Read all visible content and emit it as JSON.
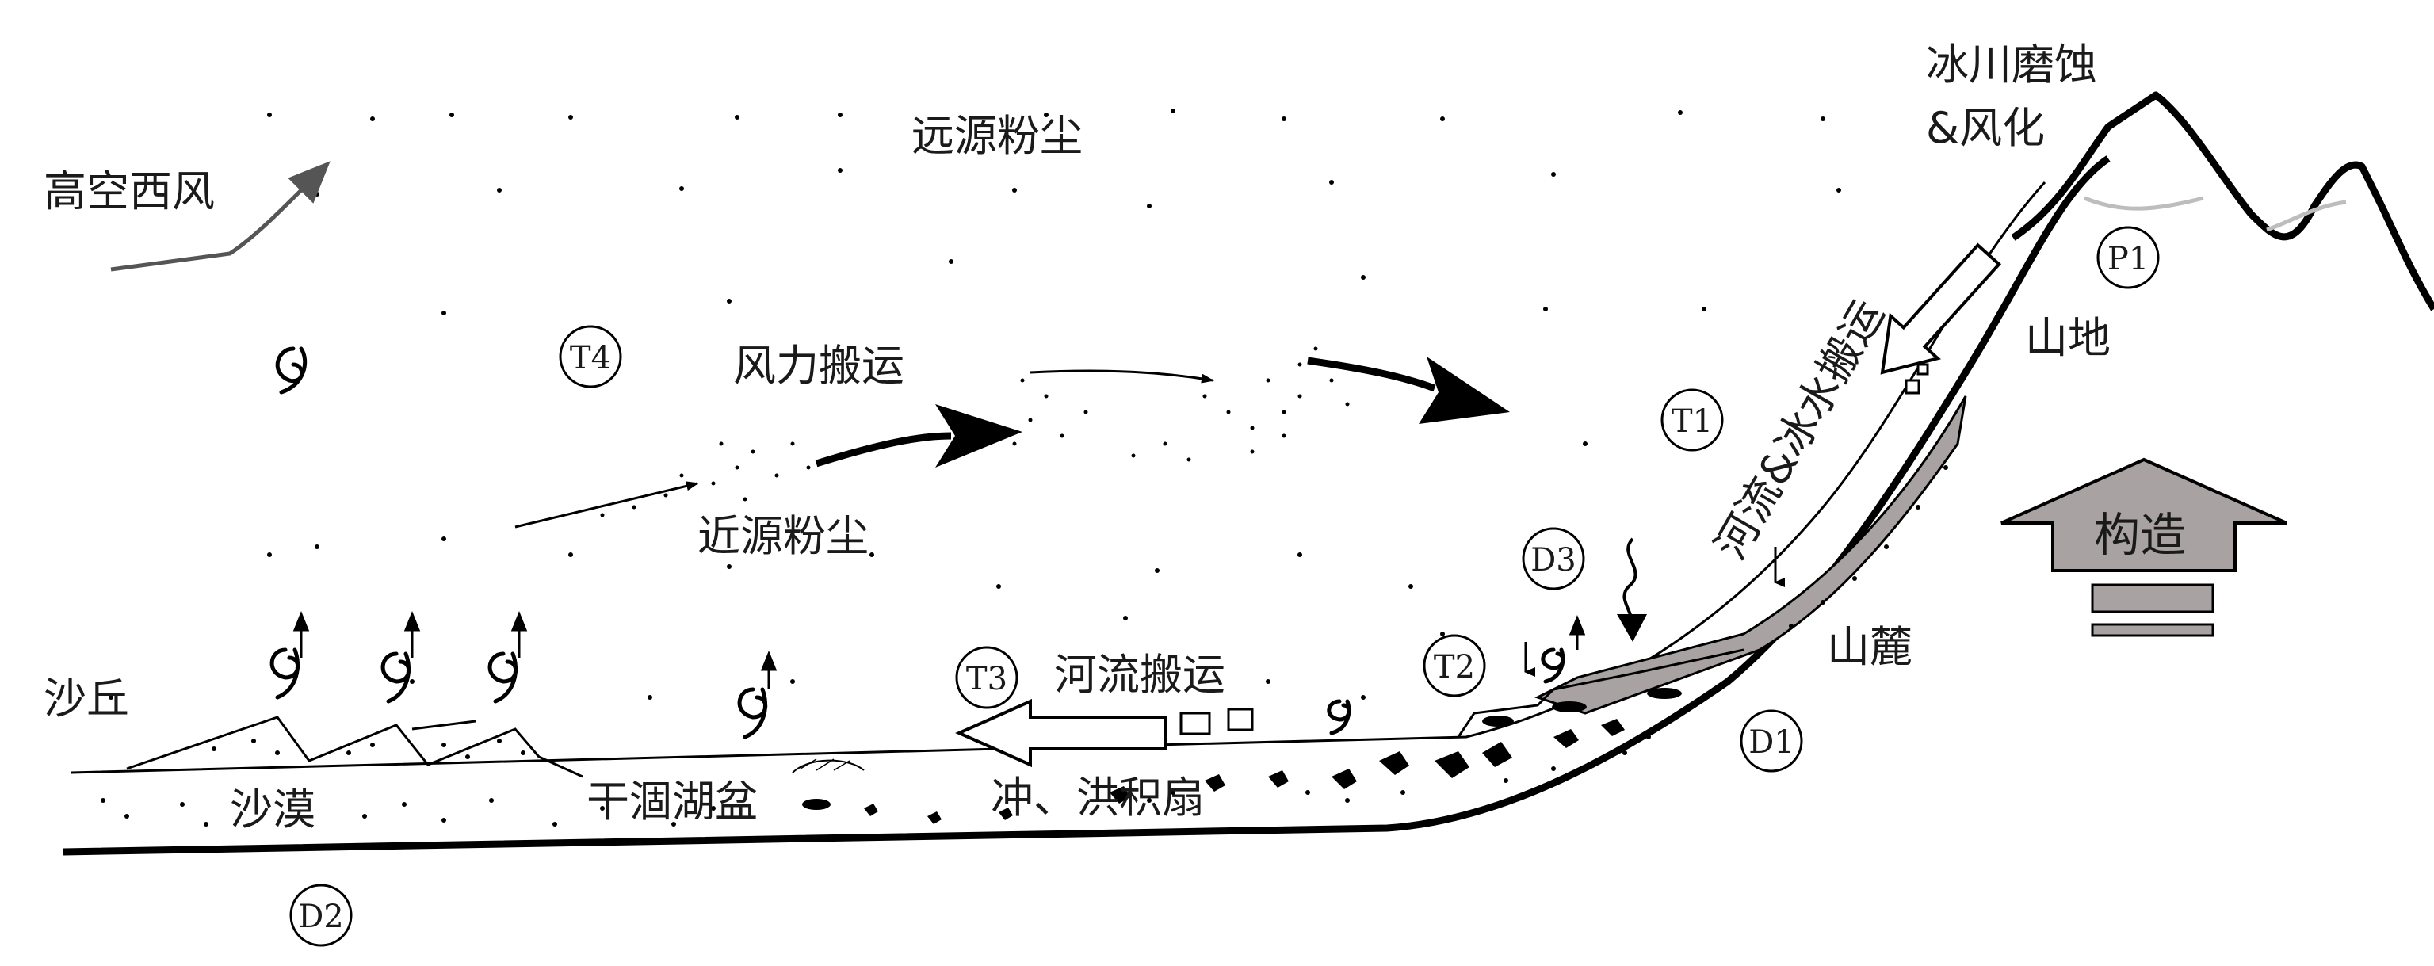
{
  "labels": {
    "glacier": "冰川磨蚀",
    "weathering": "&风化",
    "far_dust": "远源粉尘",
    "westerly": "高空西风",
    "wind_transport": "风力搬运",
    "near_dust": "近源粉尘",
    "mountain": "山地",
    "river_glacial_transport": "河流&冰水搬运",
    "tectonic": "构造",
    "piedmont": "山麓",
    "dune": "沙丘",
    "river_transport": "河流搬运",
    "desert": "沙漠",
    "dry_lake": "干涸湖盆",
    "fan": "冲、洪积扇"
  },
  "markers": {
    "p1": "P1",
    "t1": "T1",
    "t2": "T2",
    "t3": "T3",
    "t4": "T4",
    "d1": "D1",
    "d2": "D2",
    "d3": "D3"
  },
  "colors": {
    "line": "#000000",
    "gray_fill": "#a9a2a2",
    "light_gray": "#bdbdbd",
    "arrow_fill": "#9e9e9e"
  }
}
